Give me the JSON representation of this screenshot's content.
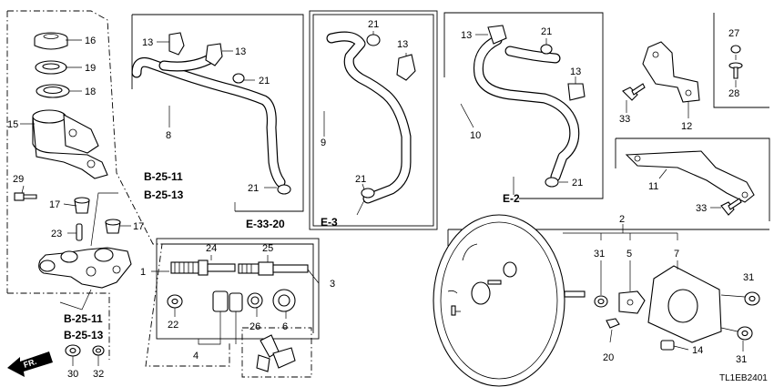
{
  "callouts": {
    "c1": "1",
    "c2": "2",
    "c3": "3",
    "c4": "4",
    "c5": "5",
    "c6": "6",
    "c7": "7",
    "c8": "8",
    "c9": "9",
    "c10": "10",
    "c11": "11",
    "c12": "12",
    "c13a": "13",
    "c13b": "13",
    "c13c": "13",
    "c13d": "13",
    "c13e": "13",
    "c14": "14",
    "c15": "15",
    "c16": "16",
    "c17a": "17",
    "c17b": "17",
    "c18": "18",
    "c19": "19",
    "c20": "20",
    "c21a": "21",
    "c21b": "21",
    "c21c": "21",
    "c21d": "21",
    "c21e": "21",
    "c21f": "21",
    "c22": "22",
    "c23": "23",
    "c24": "24",
    "c25": "25",
    "c26": "26",
    "c27": "27",
    "c28": "28",
    "c29": "29",
    "c30": "30",
    "c31a": "31",
    "c31b": "31",
    "c31c": "31",
    "c32": "32",
    "c33a": "33",
    "c33b": "33"
  },
  "references": {
    "r1": "B-25-11",
    "r2": "B-25-13",
    "r3": "E-33-20",
    "r4": "E-3",
    "r5": "E-2",
    "r6": "B-25-11",
    "r7": "B-25-13"
  },
  "direction": "FR.",
  "diagram_code": "TL1EB2401"
}
